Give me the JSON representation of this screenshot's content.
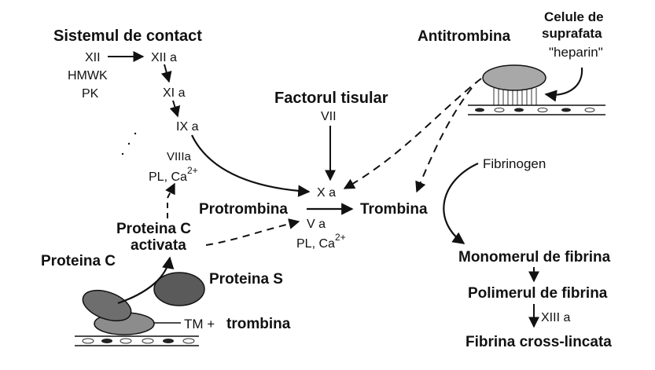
{
  "labels": {
    "contact_system": "Sistemul de contact",
    "xii": "XII",
    "xiia": "XII a",
    "hmwk": "HMWK",
    "pk": "PK",
    "xia": "XI a",
    "ixa": "IX a",
    "viiia": "VIIIa",
    "pl_ca_1": "PL, Ca",
    "sup_1": "2+",
    "tissue_factor": "Factorul tisular",
    "vii": "VII",
    "xa": "X a",
    "prothrombin": "Protrombina",
    "thrombin": "Trombina",
    "va": "V a",
    "pl_ca_2": "PL, Ca",
    "sup_2": "2+",
    "activated_protein_c_1": "Proteina C",
    "activated_protein_c_2": "activata",
    "protein_c": "Proteina C",
    "protein_s": "Proteina S",
    "tm_thrombin_prefix": "TM +",
    "tm_thrombin_suffix": "trombina",
    "antithrombin": "Antitrombina",
    "surface_cells_1": "Celule de",
    "surface_cells_2": "suprafata",
    "surface_cells_3": "\"heparin\"",
    "fibrinogen": "Fibrinogen",
    "fibrin_monomer": "Monomerul de fibrina",
    "fibrin_polymer": "Polimerul de fibrina",
    "xiiia": "XIII a",
    "crosslinked_fibrin": "Fibrina cross-lincata"
  },
  "colors": {
    "ink": "#111111",
    "protein_fill": "#7a7a7a",
    "protein_dark": "#555555",
    "antithrombin_fill": "#a8a8a8"
  }
}
